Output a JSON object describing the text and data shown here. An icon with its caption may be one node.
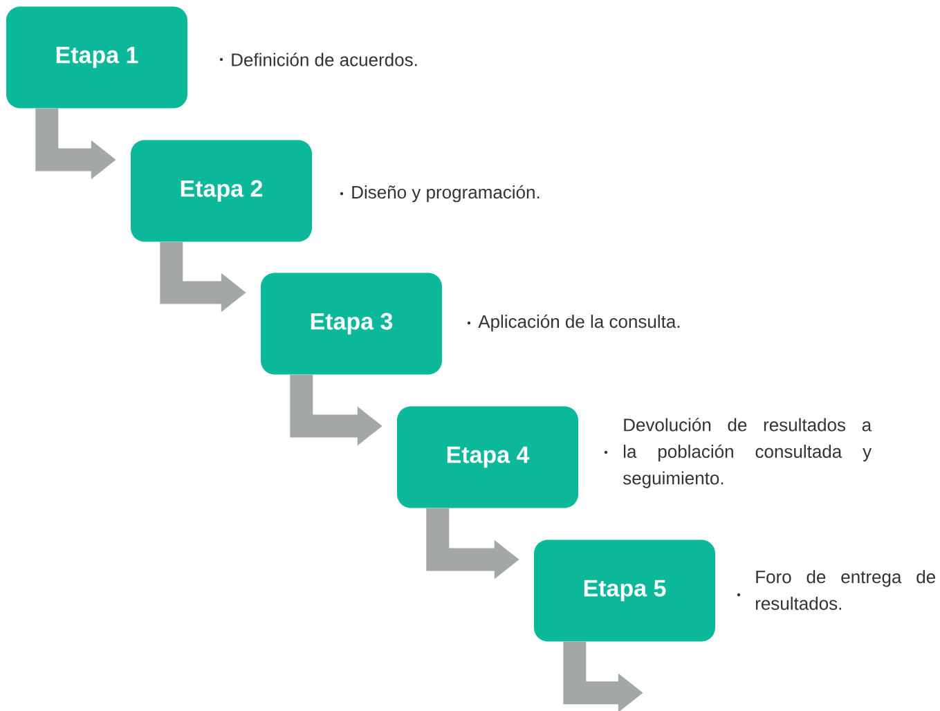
{
  "diagram": {
    "nodes": [
      {
        "text": [
          "Etapa 1"
        ],
        "beside": [
          "Definición de acuerdos."
        ]
      },
      {
        "text": [
          "Etapa 2"
        ],
        "beside": [
          "Diseño y programación."
        ]
      },
      {
        "text": [
          "Etapa 3"
        ],
        "beside": [
          "Aplicación de la consulta."
        ]
      },
      {
        "text": [
          "Etapa 4"
        ],
        "beside": [
          "Devolución de resultados a la población consultada y seguimiento."
        ]
      },
      {
        "text": [
          "Etapa 5"
        ],
        "beside": [
          "Foro de entrega de resultados."
        ]
      }
    ],
    "edges": [
      {
        "from": 0,
        "to": 1,
        "arrow": "to"
      },
      {
        "from": 1,
        "to": 2,
        "arrow": "to"
      },
      {
        "from": 2,
        "to": 3,
        "arrow": "to"
      },
      {
        "from": 3,
        "to": 4,
        "arrow": "to"
      },
      {
        "from": 4,
        "to": null,
        "arrow": "to"
      }
    ]
  }
}
